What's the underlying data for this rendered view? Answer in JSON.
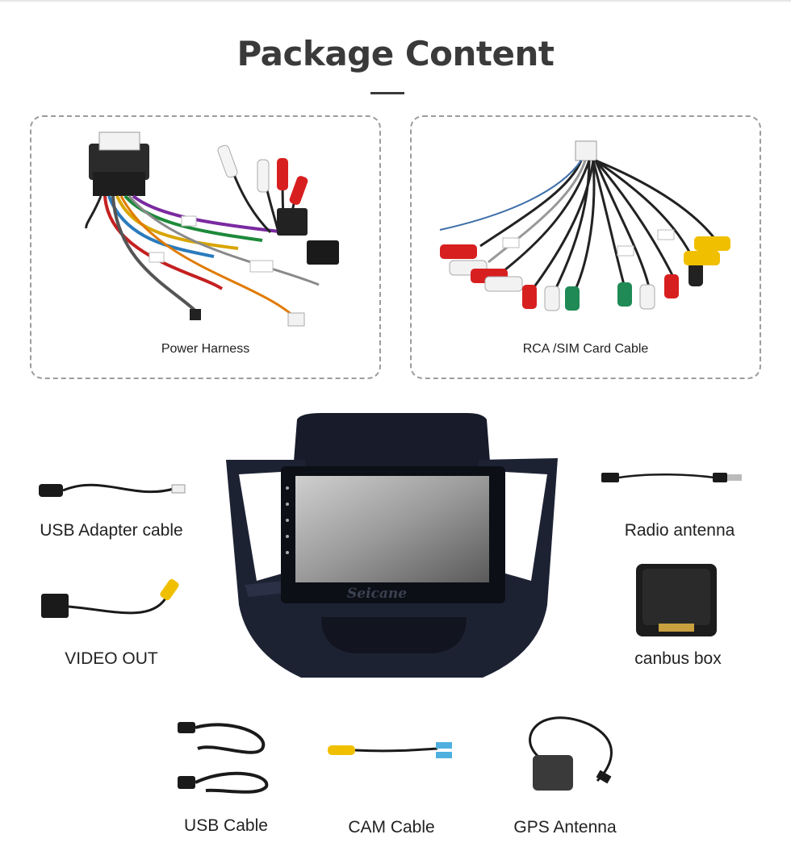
{
  "page": {
    "title": "Package Content"
  },
  "items": {
    "power_harness": {
      "label": "Power Harness",
      "icon": "power-harness-icon"
    },
    "rca_cable": {
      "label": "RCA /SIM Card Cable",
      "icon": "rca-cable-icon"
    },
    "usb_adapter": {
      "label": "USB Adapter cable",
      "icon": "usb-adapter-cable-icon"
    },
    "radio_antenna": {
      "label": "Radio antenna",
      "icon": "radio-antenna-icon"
    },
    "video_out": {
      "label": "VIDEO OUT",
      "icon": "video-out-cable-icon"
    },
    "canbus": {
      "label": "canbus box",
      "icon": "canbus-box-icon"
    },
    "usb_cable": {
      "label": "USB Cable",
      "icon": "usb-cable-icon"
    },
    "cam_cable": {
      "label": "CAM Cable",
      "icon": "cam-cable-icon"
    },
    "gps_antenna": {
      "label": "GPS Antenna",
      "icon": "gps-antenna-icon"
    }
  },
  "head_unit": {
    "brand": "Seicane"
  }
}
